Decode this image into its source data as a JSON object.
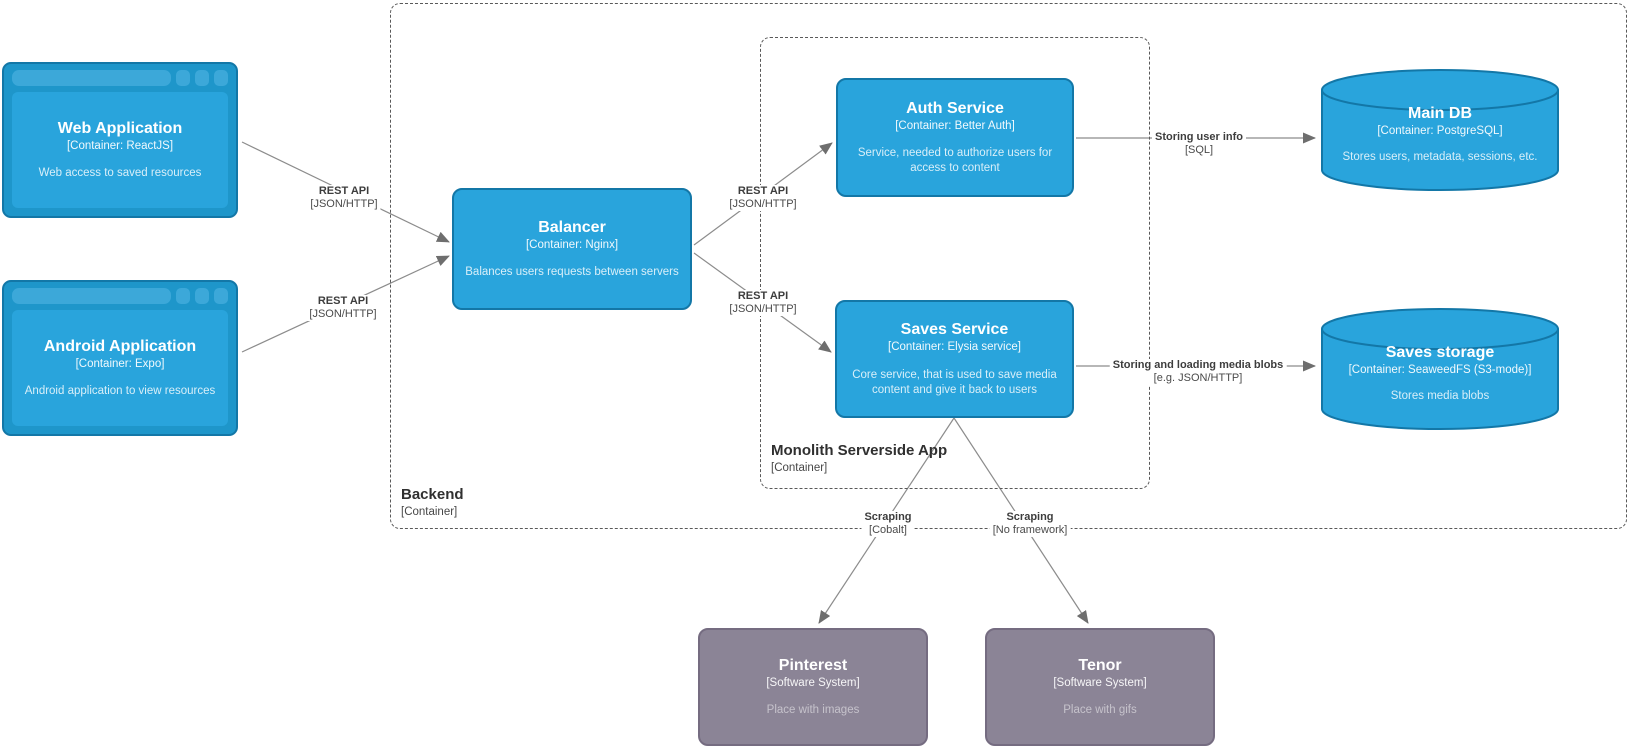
{
  "nodes": {
    "web_app": {
      "title": "Web Application",
      "subtitle": "[Container: ReactJS]",
      "description": "Web access to saved resources"
    },
    "android_app": {
      "title": "Android Application",
      "subtitle": "[Container: Expo]",
      "description": "Android application to view resources"
    },
    "balancer": {
      "title": "Balancer",
      "subtitle": "[Container: Nginx]",
      "description": "Balances users requests between servers"
    },
    "auth_service": {
      "title": "Auth Service",
      "subtitle": "[Container: Better Auth]",
      "description": "Service, needed to authorize users for access to content"
    },
    "saves_service": {
      "title": "Saves Service",
      "subtitle": "[Container: Elysia service]",
      "description": "Core service, that is used to save media content and give it back to users"
    },
    "main_db": {
      "title": "Main DB",
      "subtitle": "[Container: PostgreSQL]",
      "description": "Stores users, metadata, sessions, etc."
    },
    "saves_storage": {
      "title": "Saves storage",
      "subtitle": "[Container: SeaweedFS (S3-mode)]",
      "description": "Stores media blobs"
    },
    "pinterest": {
      "title": "Pinterest",
      "subtitle": "[Software System]",
      "description": "Place with images"
    },
    "tenor": {
      "title": "Tenor",
      "subtitle": "[Software System]",
      "description": "Place with gifs"
    }
  },
  "boundaries": {
    "backend": {
      "title": "Backend",
      "subtitle": "[Container]"
    },
    "monolith": {
      "title": "Monolith Serverside App",
      "subtitle": "[Container]"
    }
  },
  "edge_labels": {
    "web_balancer": {
      "line1": "REST API",
      "line2": "[JSON/HTTP]"
    },
    "android_balancer": {
      "line1": "REST API",
      "line2": "[JSON/HTTP]"
    },
    "balancer_auth": {
      "line1": "REST API",
      "line2": "[JSON/HTTP]"
    },
    "balancer_saves": {
      "line1": "REST API",
      "line2": "[JSON/HTTP]"
    },
    "auth_maindb": {
      "line1": "Storing user info",
      "line2": "[SQL]"
    },
    "saves_storage": {
      "line1": "Storing and loading media blobs",
      "line2": "[e.g. JSON/HTTP]"
    },
    "saves_pinterest": {
      "line1": "Scraping",
      "line2": "[Cobalt]"
    },
    "saves_tenor": {
      "line1": "Scraping",
      "line2": "[No framework]"
    }
  },
  "colors": {
    "container_fill": "#29A4DC",
    "container_border": "#1377A7",
    "container_chrome": "#1E96CA",
    "external_fill": "#8B8496",
    "external_border": "#756C81",
    "edge_line": "#8C8C8C",
    "arrowhead": "#6E6E6E",
    "boundary_dash": "#595959",
    "label_text": "#3D3D3D"
  }
}
